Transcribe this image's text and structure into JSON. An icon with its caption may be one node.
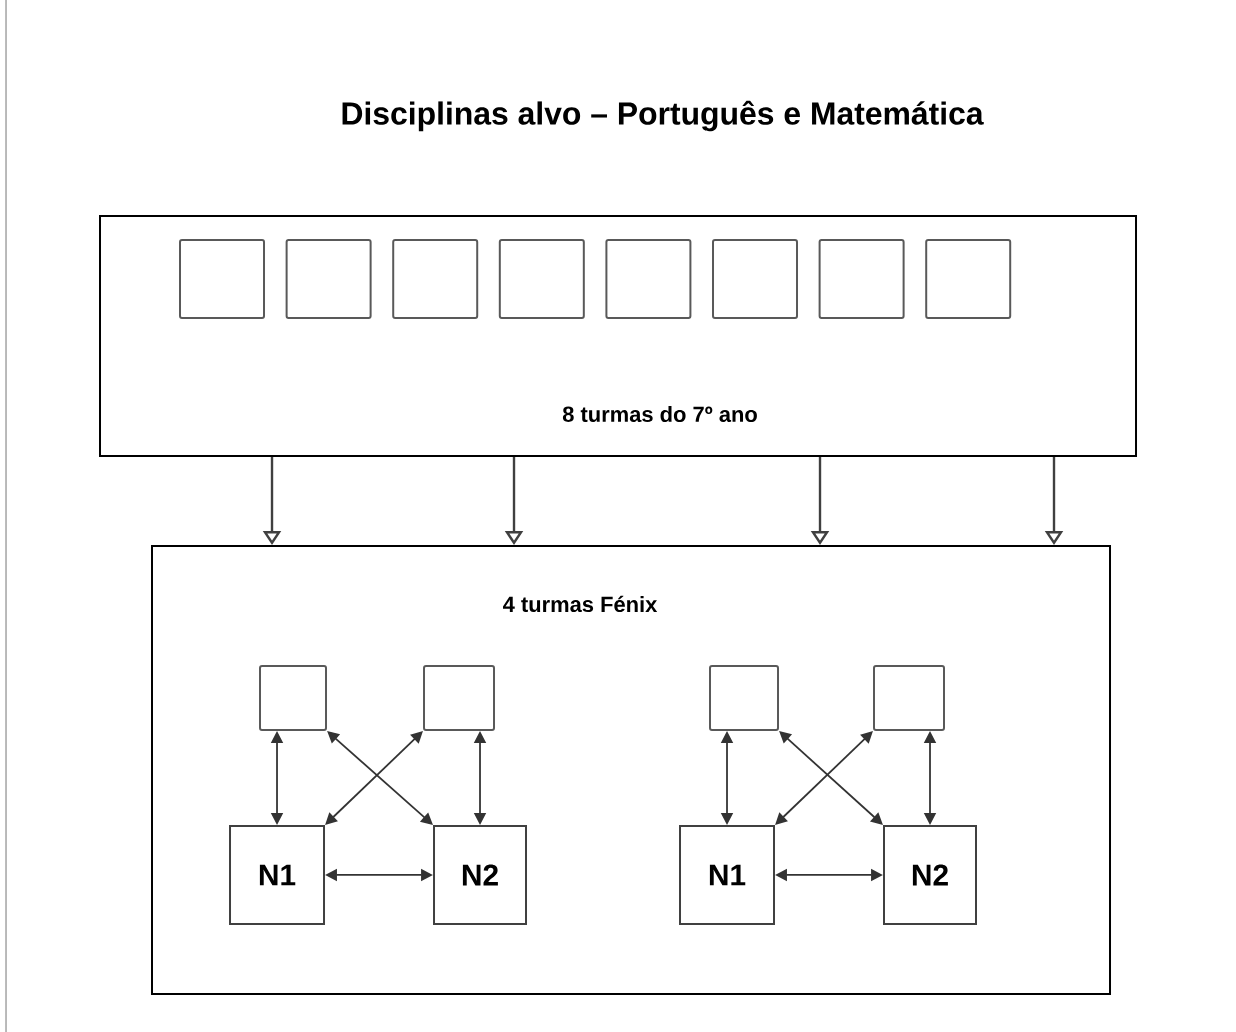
{
  "diagram": {
    "title": "Disciplinas alvo – Português e Matemática",
    "nodes": [
      {
        "text": [
          "8 turmas do 7º ano"
        ]
      },
      {
        "text": [],
        "shape": "box",
        "in": 0
      },
      {
        "text": [],
        "shape": "box",
        "in": 0
      },
      {
        "text": [],
        "shape": "box",
        "in": 0
      },
      {
        "text": [],
        "shape": "box",
        "in": 0
      },
      {
        "text": [],
        "shape": "box",
        "in": 0
      },
      {
        "text": [],
        "shape": "box",
        "in": 0
      },
      {
        "text": [],
        "shape": "box",
        "in": 0
      },
      {
        "text": [],
        "shape": "box",
        "in": 0
      },
      {
        "text": [
          "4 turmas Fénix"
        ]
      },
      {
        "text": [],
        "shape": "box",
        "in": 9
      },
      {
        "text": [],
        "shape": "box",
        "in": 9
      },
      {
        "text": [],
        "shape": "box",
        "in": 9
      },
      {
        "text": [],
        "shape": "box",
        "in": 9
      },
      {
        "text": [
          "N1"
        ],
        "in": 9
      },
      {
        "text": [
          "N2"
        ],
        "in": 9
      },
      {
        "text": [
          "N1"
        ],
        "in": 9
      },
      {
        "text": [
          "N2"
        ],
        "in": 9
      }
    ],
    "edges": [
      {
        "from": 0,
        "to": 9,
        "arrow": "to"
      },
      {
        "from": 0,
        "to": 9,
        "arrow": "to"
      },
      {
        "from": 0,
        "to": 9,
        "arrow": "to"
      },
      {
        "from": 0,
        "to": 9,
        "arrow": "to"
      },
      {
        "from": 10,
        "to": 14,
        "arrow": "both"
      },
      {
        "from": 11,
        "to": 15,
        "arrow": "both"
      },
      {
        "from": 10,
        "to": 15,
        "arrow": "both"
      },
      {
        "from": 11,
        "to": 14,
        "arrow": "both"
      },
      {
        "from": 14,
        "to": 15,
        "arrow": "both"
      },
      {
        "from": 12,
        "to": 16,
        "arrow": "both"
      },
      {
        "from": 13,
        "to": 17,
        "arrow": "both"
      },
      {
        "from": 12,
        "to": 17,
        "arrow": "both"
      },
      {
        "from": 13,
        "to": 16,
        "arrow": "both"
      },
      {
        "from": 16,
        "to": 17,
        "arrow": "both"
      }
    ]
  }
}
